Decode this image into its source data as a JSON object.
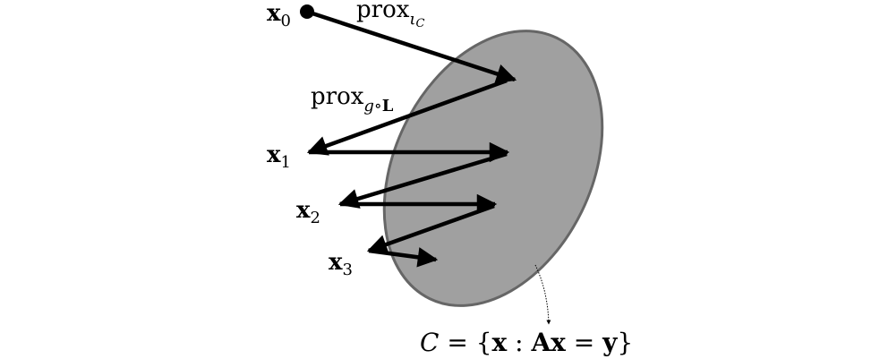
{
  "labels": {
    "x0": {
      "base": "x",
      "sub": "0"
    },
    "x1": {
      "base": "x",
      "sub": "1"
    },
    "x2": {
      "base": "x",
      "sub": "2"
    },
    "x3": {
      "base": "x",
      "sub": "3"
    },
    "prox_c": {
      "base": "prox",
      "sub": "ι",
      "subsub": "C"
    },
    "prox_gl": {
      "base": "prox",
      "sub": "g∘",
      "subbold": "L"
    },
    "set": {
      "c": "C",
      "eq": " = {",
      "x": "x",
      "colon": " : ",
      "ax": "Ax",
      "eq2": " = ",
      "y": "y",
      "close": "}"
    }
  },
  "colors": {
    "set_fill": "#a0a0a0",
    "set_stroke": "#666666",
    "arrow": "#000000"
  }
}
